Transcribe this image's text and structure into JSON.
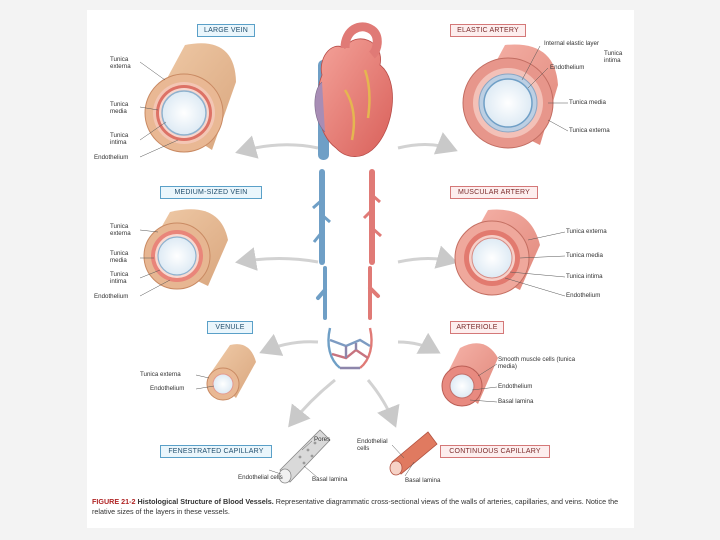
{
  "titles": {
    "large_vein": "LARGE VEIN",
    "elastic_artery": "ELASTIC ARTERY",
    "medium_vein": "MEDIUM-SIZED VEIN",
    "muscular_artery": "MUSCULAR ARTERY",
    "venule": "VENULE",
    "arteriole": "ARTERIOLE",
    "fenestrated_capillary": "FENESTRATED CAPILLARY",
    "continuous_capillary": "CONTINUOUS CAPILLARY"
  },
  "labels": {
    "lv_externa": "Tunica externa",
    "lv_media": "Tunica media",
    "lv_intima": "Tunica intima",
    "lv_endothelium": "Endothelium",
    "ea_internal_elastic": "Internal elastic layer",
    "ea_endothelium": "Endothelium",
    "ea_intima": "Tunica intima",
    "ea_media": "Tunica media",
    "ea_externa": "Tunica externa",
    "mv_externa": "Tunica externa",
    "mv_media": "Tunica media",
    "mv_intima": "Tunica intima",
    "mv_endothelium": "Endothelium",
    "ma_externa": "Tunica externa",
    "ma_media": "Tunica media",
    "ma_intima": "Tunica intima",
    "ma_endothelium": "Endothelium",
    "vn_externa": "Tunica externa",
    "vn_endothelium": "Endothelium",
    "ar_smooth": "Smooth muscle cells (tunica media)",
    "ar_endothelium": "Endothelium",
    "ar_basal": "Basal lamina",
    "fc_pores": "Pores",
    "fc_endothelial": "Endothelial cells",
    "fc_basal": "Basal lamina",
    "cc_endothelial": "Endothelial cells",
    "cc_basal": "Basal lamina"
  },
  "caption": {
    "figure": "FIGURE 21-2",
    "title": "Histological Structure of Blood Vessels.",
    "text": "Representative diagrammatic cross-sectional views of the walls of arteries, capillaries, and veins. Notice the relative sizes of the layers in these vessels."
  },
  "colors": {
    "vein_blue": "#6f9fc6",
    "artery_red": "#e07a76",
    "wall_tan": "#e3b792",
    "title_border_vein": "#5aa0c8",
    "title_border_artery": "#d47878"
  }
}
